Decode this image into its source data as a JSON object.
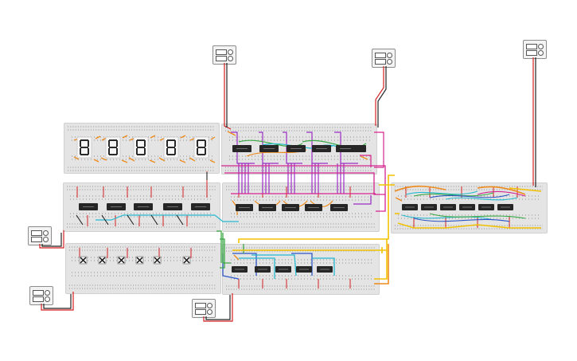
{
  "app": {
    "title": ""
  },
  "colors": {
    "breadboard": "#e4e4e4",
    "wire_red": "#d42020",
    "wire_black": "#222222",
    "wire_purple": "#9b2ec4",
    "wire_magenta": "#d4248f",
    "wire_yellow": "#f2c200",
    "wire_orange": "#ee8a1a",
    "wire_green": "#3aa845",
    "wire_cyan": "#26b9cf",
    "wire_blue": "#2a56c6",
    "chip": "#262626",
    "segment_display": "#f6f6f6"
  },
  "circuit": {
    "breadboards": 7,
    "power_supplies": 6,
    "seven_segment_displays": 5,
    "push_buttons": 6,
    "ic_chips": 27,
    "icons": [
      "power-supply-icon",
      "seven-segment-display-icon",
      "push-button-icon",
      "ic-chip-icon"
    ]
  }
}
